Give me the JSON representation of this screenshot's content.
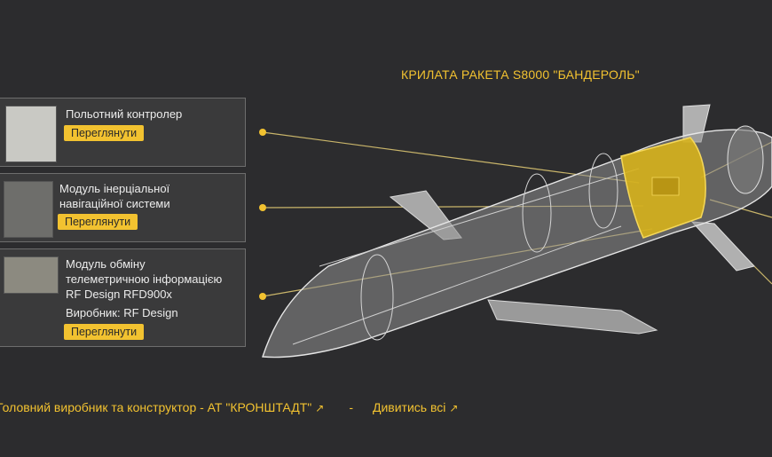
{
  "title": "КРИЛАТА РАКЕТА S8000 \"БАНДЕРОЛЬ\"",
  "accent_color": "#f2c230",
  "components": [
    {
      "name_lines": [
        "Польотний контролер"
      ],
      "button": "Переглянути"
    },
    {
      "name_lines": [
        "Модуль інерціальної",
        "навігаційної системи"
      ],
      "button": "Переглянути"
    },
    {
      "name_lines": [
        "Модуль обміну",
        "телеметричною інформацією",
        "RF Design RFD900x"
      ],
      "manufacturer": "Виробник: RF Design",
      "button": "Переглянути"
    }
  ],
  "footer": {
    "manufacturer_link": "Головний виробник та конструктор - АТ \"КРОНШТАДТ\"",
    "separator": "-",
    "view_all_link": "Дивитись всі",
    "arrow": "↗"
  }
}
